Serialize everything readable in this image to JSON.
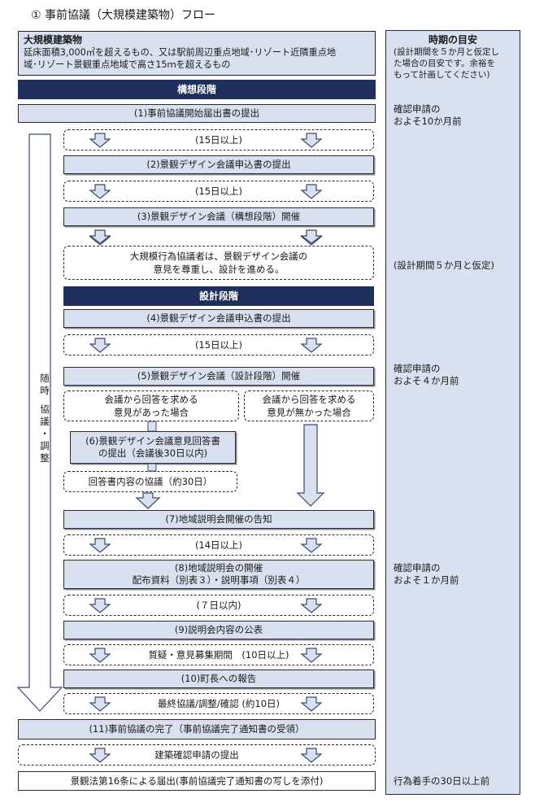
{
  "title": "① 事前協議（大規模建築物）フロー",
  "header": {
    "heading": "大規模建築物",
    "line1": "延床面積3,000㎡を超えるもの、又は駅前周辺重点地域･リゾート近隣重点地",
    "line2": "域･リゾート景観重点地域で高さ15ｍを超えるもの"
  },
  "stages": {
    "concept": "構想段階",
    "design": "設計段階"
  },
  "steps": {
    "s1": "(1)事前協議開始届出書の提出",
    "g1": "(15日以上)",
    "s2": "(2)景観デザイン会議申込書の提出",
    "g2": "(15日以上)",
    "s3": "(3)景観デザイン会議（構想段階）開催",
    "note_line1": "大規模行為協議者は、景観デザイン会議の",
    "note_line2": "意見を尊重し、設計を進める。",
    "s4": "(4)景観デザイン会議申込書の提出",
    "g3": "(15日以上)",
    "s5": "(5)景観デザイン会議（設計段階）開催",
    "branch_yes_1": "会議から回答を求める",
    "branch_yes_2": "意見があった場合",
    "branch_no_1": "会議から回答を求める",
    "branch_no_2": "意見が無かった場合",
    "s6_line1": "(6)景観デザイン会議意見回答書",
    "s6_line2": "の提出（会議後30日以内)",
    "g4": "回答書内容の協議（約30日）",
    "s7": "(7)地域説明会開催の告知",
    "g5": "(14日以上)",
    "s8_line1": "(8)地域説明会の開催",
    "s8_line2": "配布資料（別表３）・説明事項（別表４）",
    "g6": "(７日以内)",
    "s9": "(9)説明会内容の公表",
    "g7": "質疑・意見募集期間　(10日以上)",
    "s10": "(10)町長への報告",
    "g8": "最終協議/調整/確認 (約10日)",
    "s11": "(11)事前協議の完了（事前協議完了通知書の受領）",
    "g9": "建築確認申請の提出",
    "final": "景観法第16条による届出(事前協議完了通知書の写しを添付)"
  },
  "side_label": {
    "part1": "随時",
    "part2": "協議・調整"
  },
  "right": {
    "heading": "時期の目安",
    "note_line1": "(設計期間を５か月と仮定し",
    "note_line2": "た場合の目安です。余裕を",
    "note_line3": "もって計画してください)",
    "r1_line1": "確認申請の",
    "r1_line2": "およそ10か月前",
    "r2": "(設計期間５か月と仮定)",
    "r3_line1": "確認申請の",
    "r3_line2": "およそ４か月前",
    "r4_line1": "確認申請の",
    "r4_line2": "およそ１か月前",
    "r5": "行為着手の30日以上前"
  },
  "colors": {
    "box_fill": "#d9e1f0",
    "stage_fill": "#1f2f5c",
    "arrow_fill": "#d9e1f0",
    "arrow_stroke": "#3a4a70"
  }
}
